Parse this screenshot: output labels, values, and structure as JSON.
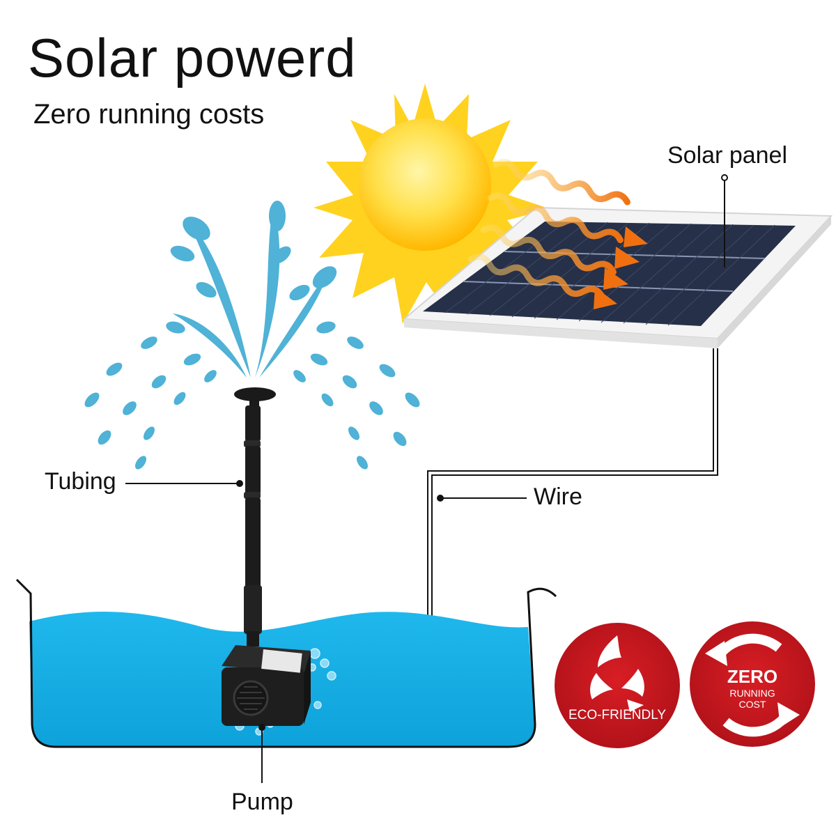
{
  "title": "Solar powerd",
  "subtitle": "Zero running costs",
  "labels": {
    "solar_panel": "Solar panel",
    "tubing": "Tubing",
    "wire": "Wire",
    "pump": "Pump"
  },
  "badges": {
    "eco": {
      "text": "ECO-FRIENDLY",
      "icon": "leaf-triangle-icon"
    },
    "zero": {
      "line1": "ZERO",
      "line2": "RUNNING",
      "line3": "COST",
      "icon": "circular-arrows-icon"
    }
  },
  "colors": {
    "water": "#1fb4e8",
    "badge_red": "#c8161d",
    "sun": "#ffd21f",
    "ray_arrow": "#f07a10",
    "panel_cell": "#2b3650",
    "spray": "#4fb2d6"
  }
}
